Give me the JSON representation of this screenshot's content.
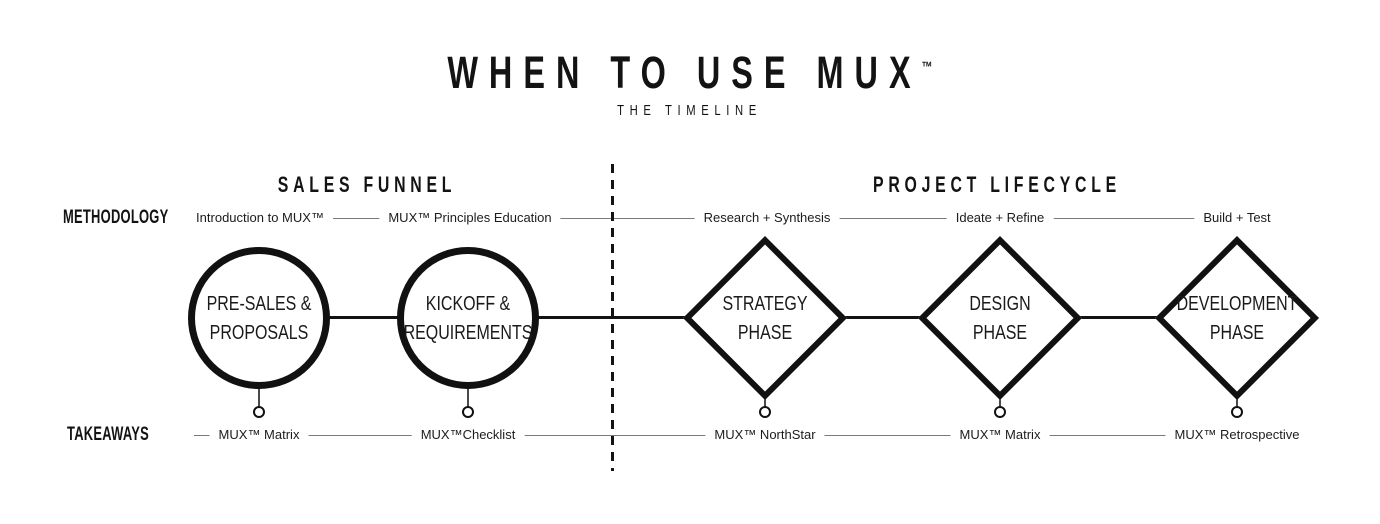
{
  "title": {
    "main": "WHEN TO USE MUX",
    "trademark": "™",
    "subtitle": "THE TIMELINE"
  },
  "sections": [
    {
      "label": "SALES FUNNEL"
    },
    {
      "label": "PROJECT LIFECYCLE"
    }
  ],
  "row_labels": {
    "methodology": "METHODOLOGY",
    "takeaways": "TAKEAWAYS"
  },
  "stages": [
    {
      "shape": "circle",
      "name_line1": "PRE-SALES &",
      "name_line2": "PROPOSALS",
      "methodology": "Introduction to MUX™",
      "takeaway": "MUX™ Matrix"
    },
    {
      "shape": "circle",
      "name_line1": "KICKOFF &",
      "name_line2": "REQUIREMENTS",
      "methodology": "MUX™ Principles Education",
      "takeaway": "MUX™Checklist"
    },
    {
      "shape": "diamond",
      "name_line1": "STRATEGY",
      "name_line2": "PHASE",
      "methodology": "Research + Synthesis",
      "takeaway": "MUX™ NorthStar"
    },
    {
      "shape": "diamond",
      "name_line1": "DESIGN",
      "name_line2": "PHASE",
      "methodology": "Ideate + Refine",
      "takeaway": "MUX™ Matrix"
    },
    {
      "shape": "diamond",
      "name_line1": "DEVELOPMENT",
      "name_line2": "PHASE",
      "methodology": "Build + Test",
      "takeaway": "MUX™ Retrospective"
    }
  ],
  "colors": {
    "ink": "#131313",
    "line_gray": "#7a7a7a",
    "background": "#ffffff"
  }
}
